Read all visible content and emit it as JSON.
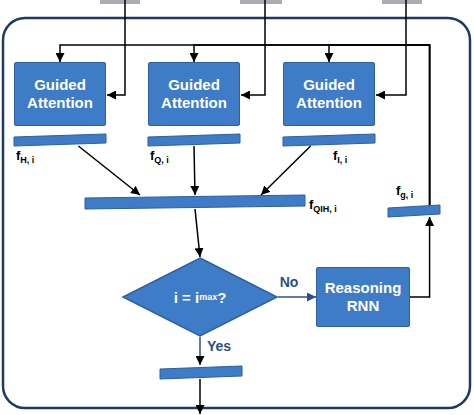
{
  "diagram": {
    "nodes": [
      {
        "text": [
          "Guided Attention"
        ]
      },
      {
        "text": [
          "Guided Attention"
        ]
      },
      {
        "text": [
          "Guided Attention"
        ]
      },
      {
        "text": [
          "fH, i"
        ]
      },
      {
        "text": [
          "fQ, i"
        ]
      },
      {
        "text": [
          "fI, i"
        ]
      },
      {
        "text": [
          "fQIH, i"
        ]
      },
      {
        "text": [
          "i = imax ?"
        ]
      },
      {
        "text": [
          "Reasoning RNN"
        ]
      },
      {
        "text": [
          "fg, i"
        ]
      }
    ],
    "edges": [
      {
        "from": 3,
        "to": 6,
        "arrow": "to"
      },
      {
        "from": 4,
        "to": 6,
        "arrow": "to"
      },
      {
        "from": 5,
        "to": 6,
        "arrow": "to"
      },
      {
        "from": 6,
        "to": 7,
        "arrow": "to"
      },
      {
        "from": 7,
        "to": 8,
        "label": "No",
        "arrow": "to"
      },
      {
        "from": 8,
        "to": 9,
        "arrow": "to"
      },
      {
        "from": 9,
        "to": 0,
        "arrow": "to"
      },
      {
        "from": 9,
        "to": 1,
        "arrow": "to"
      },
      {
        "from": 9,
        "to": 2,
        "arrow": "to"
      }
    ],
    "labels": [
      "Yes"
    ]
  }
}
